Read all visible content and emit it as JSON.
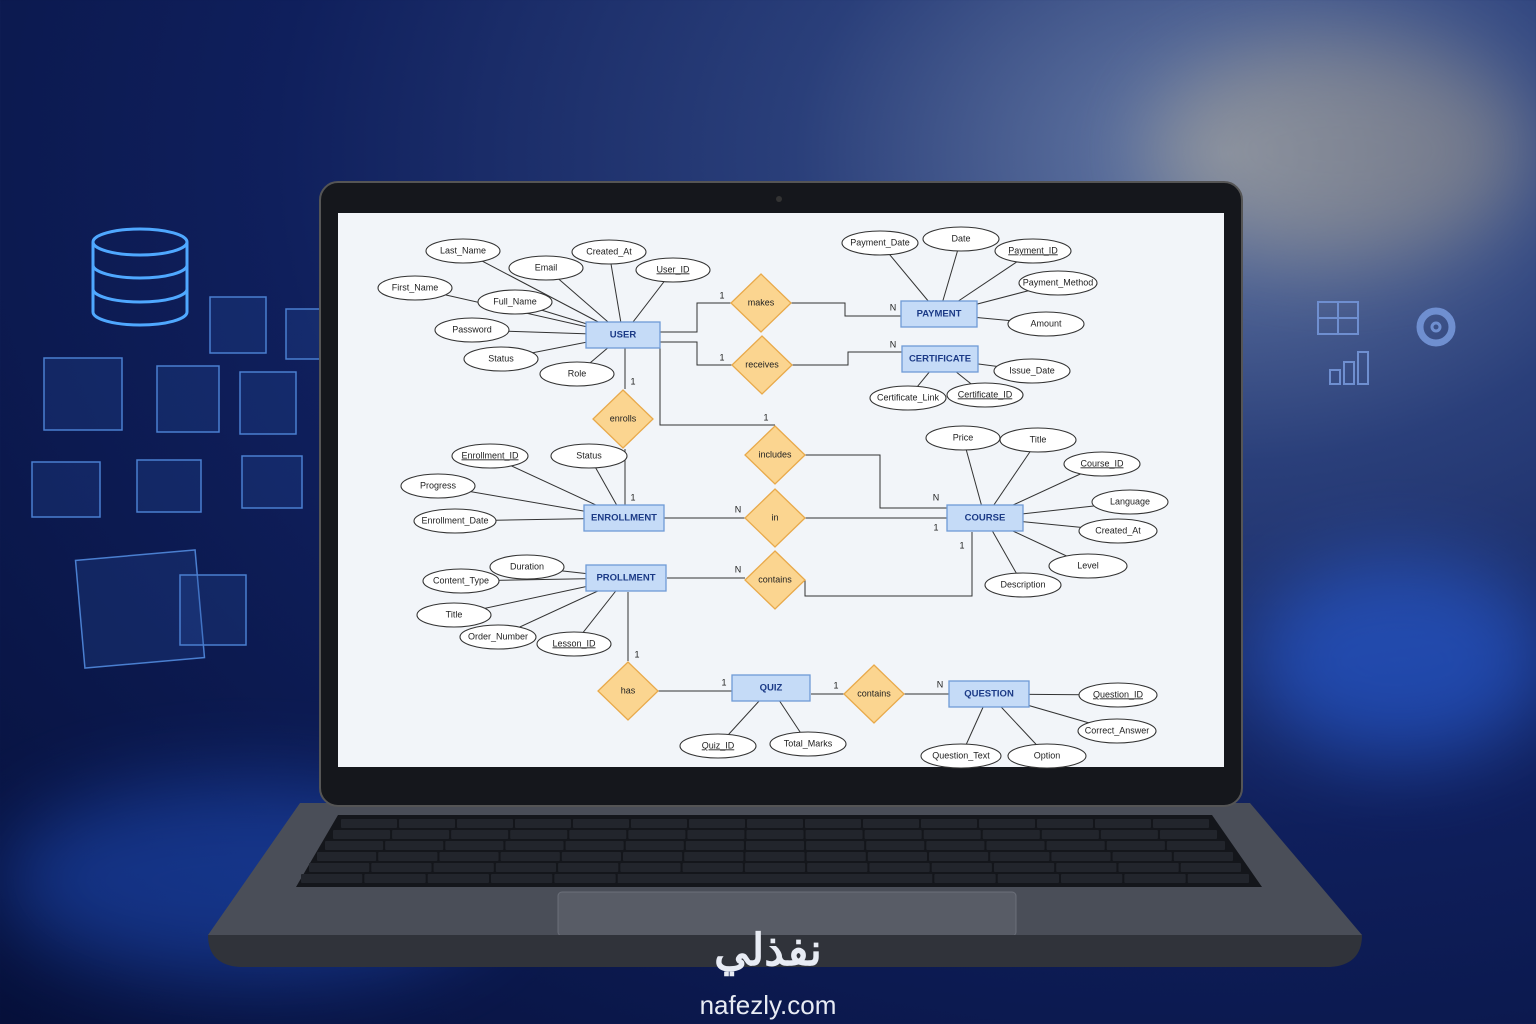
{
  "entities": {
    "user": {
      "name": "USER",
      "attributes": [
        {
          "label": "Last_Name"
        },
        {
          "label": "First_Name"
        },
        {
          "label": "Email"
        },
        {
          "label": "Created_At"
        },
        {
          "label": "User_ID",
          "key": true
        },
        {
          "label": "Full_Name"
        },
        {
          "label": "Password"
        },
        {
          "label": "Status"
        },
        {
          "label": "Role"
        }
      ]
    },
    "payment": {
      "name": "PAYMENT",
      "attributes": [
        {
          "label": "Payment_Date"
        },
        {
          "label": "Date"
        },
        {
          "label": "Payment_ID",
          "key": true
        },
        {
          "label": "Payment_Method"
        },
        {
          "label": "Amount"
        }
      ]
    },
    "certificate": {
      "name": "CERTIFICATE",
      "attributes": [
        {
          "label": "Issue_Date"
        },
        {
          "label": "Certificate_Link"
        },
        {
          "label": "Certificate_ID",
          "key": true
        }
      ]
    },
    "enrollment": {
      "name": "ENROLLMENT",
      "attributes": [
        {
          "label": "Enrollment_ID",
          "key": true
        },
        {
          "label": "Status"
        },
        {
          "label": "Progress"
        },
        {
          "label": "Enrollment_Date"
        }
      ]
    },
    "course": {
      "name": "COURSE",
      "attributes": [
        {
          "label": "Price"
        },
        {
          "label": "Title"
        },
        {
          "label": "Course_ID",
          "key": true
        },
        {
          "label": "Language"
        },
        {
          "label": "Created_At"
        },
        {
          "label": "Level"
        },
        {
          "label": "Description"
        }
      ]
    },
    "lesson": {
      "name": "PROLLMENT",
      "attributes": [
        {
          "label": "Duration"
        },
        {
          "label": "Content_Type"
        },
        {
          "label": "Title"
        },
        {
          "label": "Order_Number"
        },
        {
          "label": "Lesson_ID",
          "key": true
        }
      ]
    },
    "quiz": {
      "name": "QUIZ",
      "attributes": [
        {
          "label": "Quiz_ID",
          "key": true
        },
        {
          "label": "Total_Marks"
        }
      ]
    },
    "question": {
      "name": "QUESTION",
      "attributes": [
        {
          "label": "Question_ID",
          "key": true
        },
        {
          "label": "Correct_Answer"
        },
        {
          "label": "Question_Text"
        },
        {
          "label": "Option"
        }
      ]
    }
  },
  "relationships": [
    {
      "id": "makes",
      "label": "makes",
      "from": "user",
      "to": "payment",
      "cardinality": [
        "1",
        "N"
      ]
    },
    {
      "id": "receives",
      "label": "receives",
      "from": "user",
      "to": "certificate",
      "cardinality": [
        "1",
        "N"
      ]
    },
    {
      "id": "enrolls",
      "label": "enrolls",
      "from": "user",
      "to": "enrollment",
      "cardinality": [
        "1",
        "1"
      ]
    },
    {
      "id": "includes",
      "label": "includes",
      "from": "user",
      "to": "course",
      "cardinality": [
        "1",
        "N"
      ]
    },
    {
      "id": "in",
      "label": "in",
      "from": "enrollment",
      "to": "course",
      "cardinality": [
        "N",
        "1"
      ]
    },
    {
      "id": "contains1",
      "label": "contains",
      "from": "lesson",
      "to": "course",
      "cardinality": [
        "N",
        "1"
      ]
    },
    {
      "id": "has",
      "label": "has",
      "from": "lesson",
      "to": "quiz",
      "cardinality": [
        "1",
        "1"
      ]
    },
    {
      "id": "contains2",
      "label": "contains",
      "from": "quiz",
      "to": "question",
      "cardinality": [
        "1",
        "N"
      ]
    }
  ],
  "watermark": {
    "arabic": "نفذلي",
    "domain": "nafezly.com"
  },
  "colors": {
    "entity": "#c5dbf7",
    "relationship": "#fbd590",
    "background": "#0f1f5c"
  }
}
